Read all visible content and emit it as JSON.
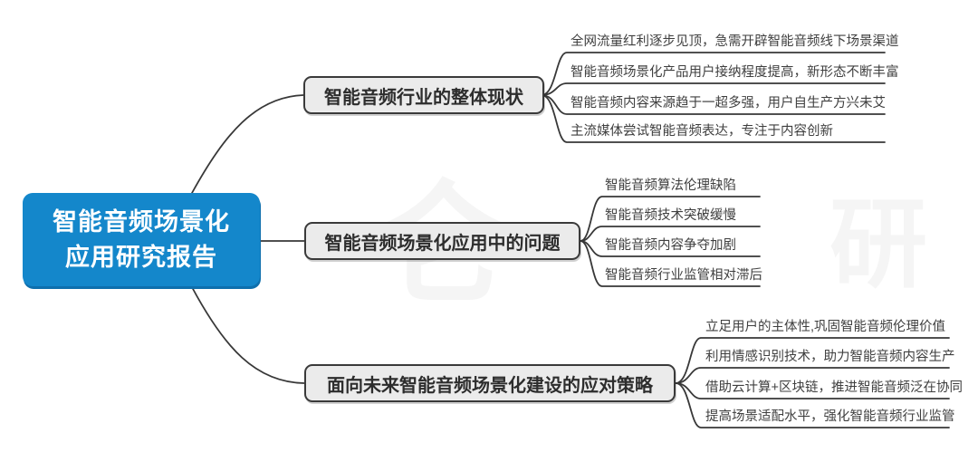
{
  "root": {
    "title": "智能音频场景化\n应用研究报告"
  },
  "branches": [
    {
      "label": "智能音频行业的整体现状",
      "leaves": [
        "全网流量红利逐步见顶，急需开辟智能音频线下场景渠道",
        "智能音频场景化产品用户接纳程度提高，新形态不断丰富",
        "智能音频内容来源趋于一超多强，用户自生产方兴未艾",
        "主流媒体尝试智能音频表达，专注于内容创新"
      ]
    },
    {
      "label": "智能音频场景化应用中的问题",
      "leaves": [
        "智能音频算法伦理缺陷",
        "智能音频技术突破缓慢",
        "智能音频内容争夺加剧",
        "智能音频行业监管相对滞后"
      ]
    },
    {
      "label": "面向未来智能音频场景化建设的应对策略",
      "leaves": [
        "立足用户的主体性,巩固智能音频伦理价值",
        "利用情感识别技术，助力智能音频内容生产",
        "借助云计算+区块链，推进智能音频泛在协同",
        "提高场景适配水平，强化智能音频行业监管"
      ]
    }
  ],
  "watermark": {
    "left": "仑",
    "right": "研"
  },
  "colors": {
    "root_fill": "#1487cb",
    "root_shadow": "#0e6fad",
    "node_fill": "#ebebeb",
    "node_border": "#3a3a3a",
    "line": "#383838",
    "leaf_text": "#3f3f3f",
    "canvas_bg": "#ffffff"
  }
}
